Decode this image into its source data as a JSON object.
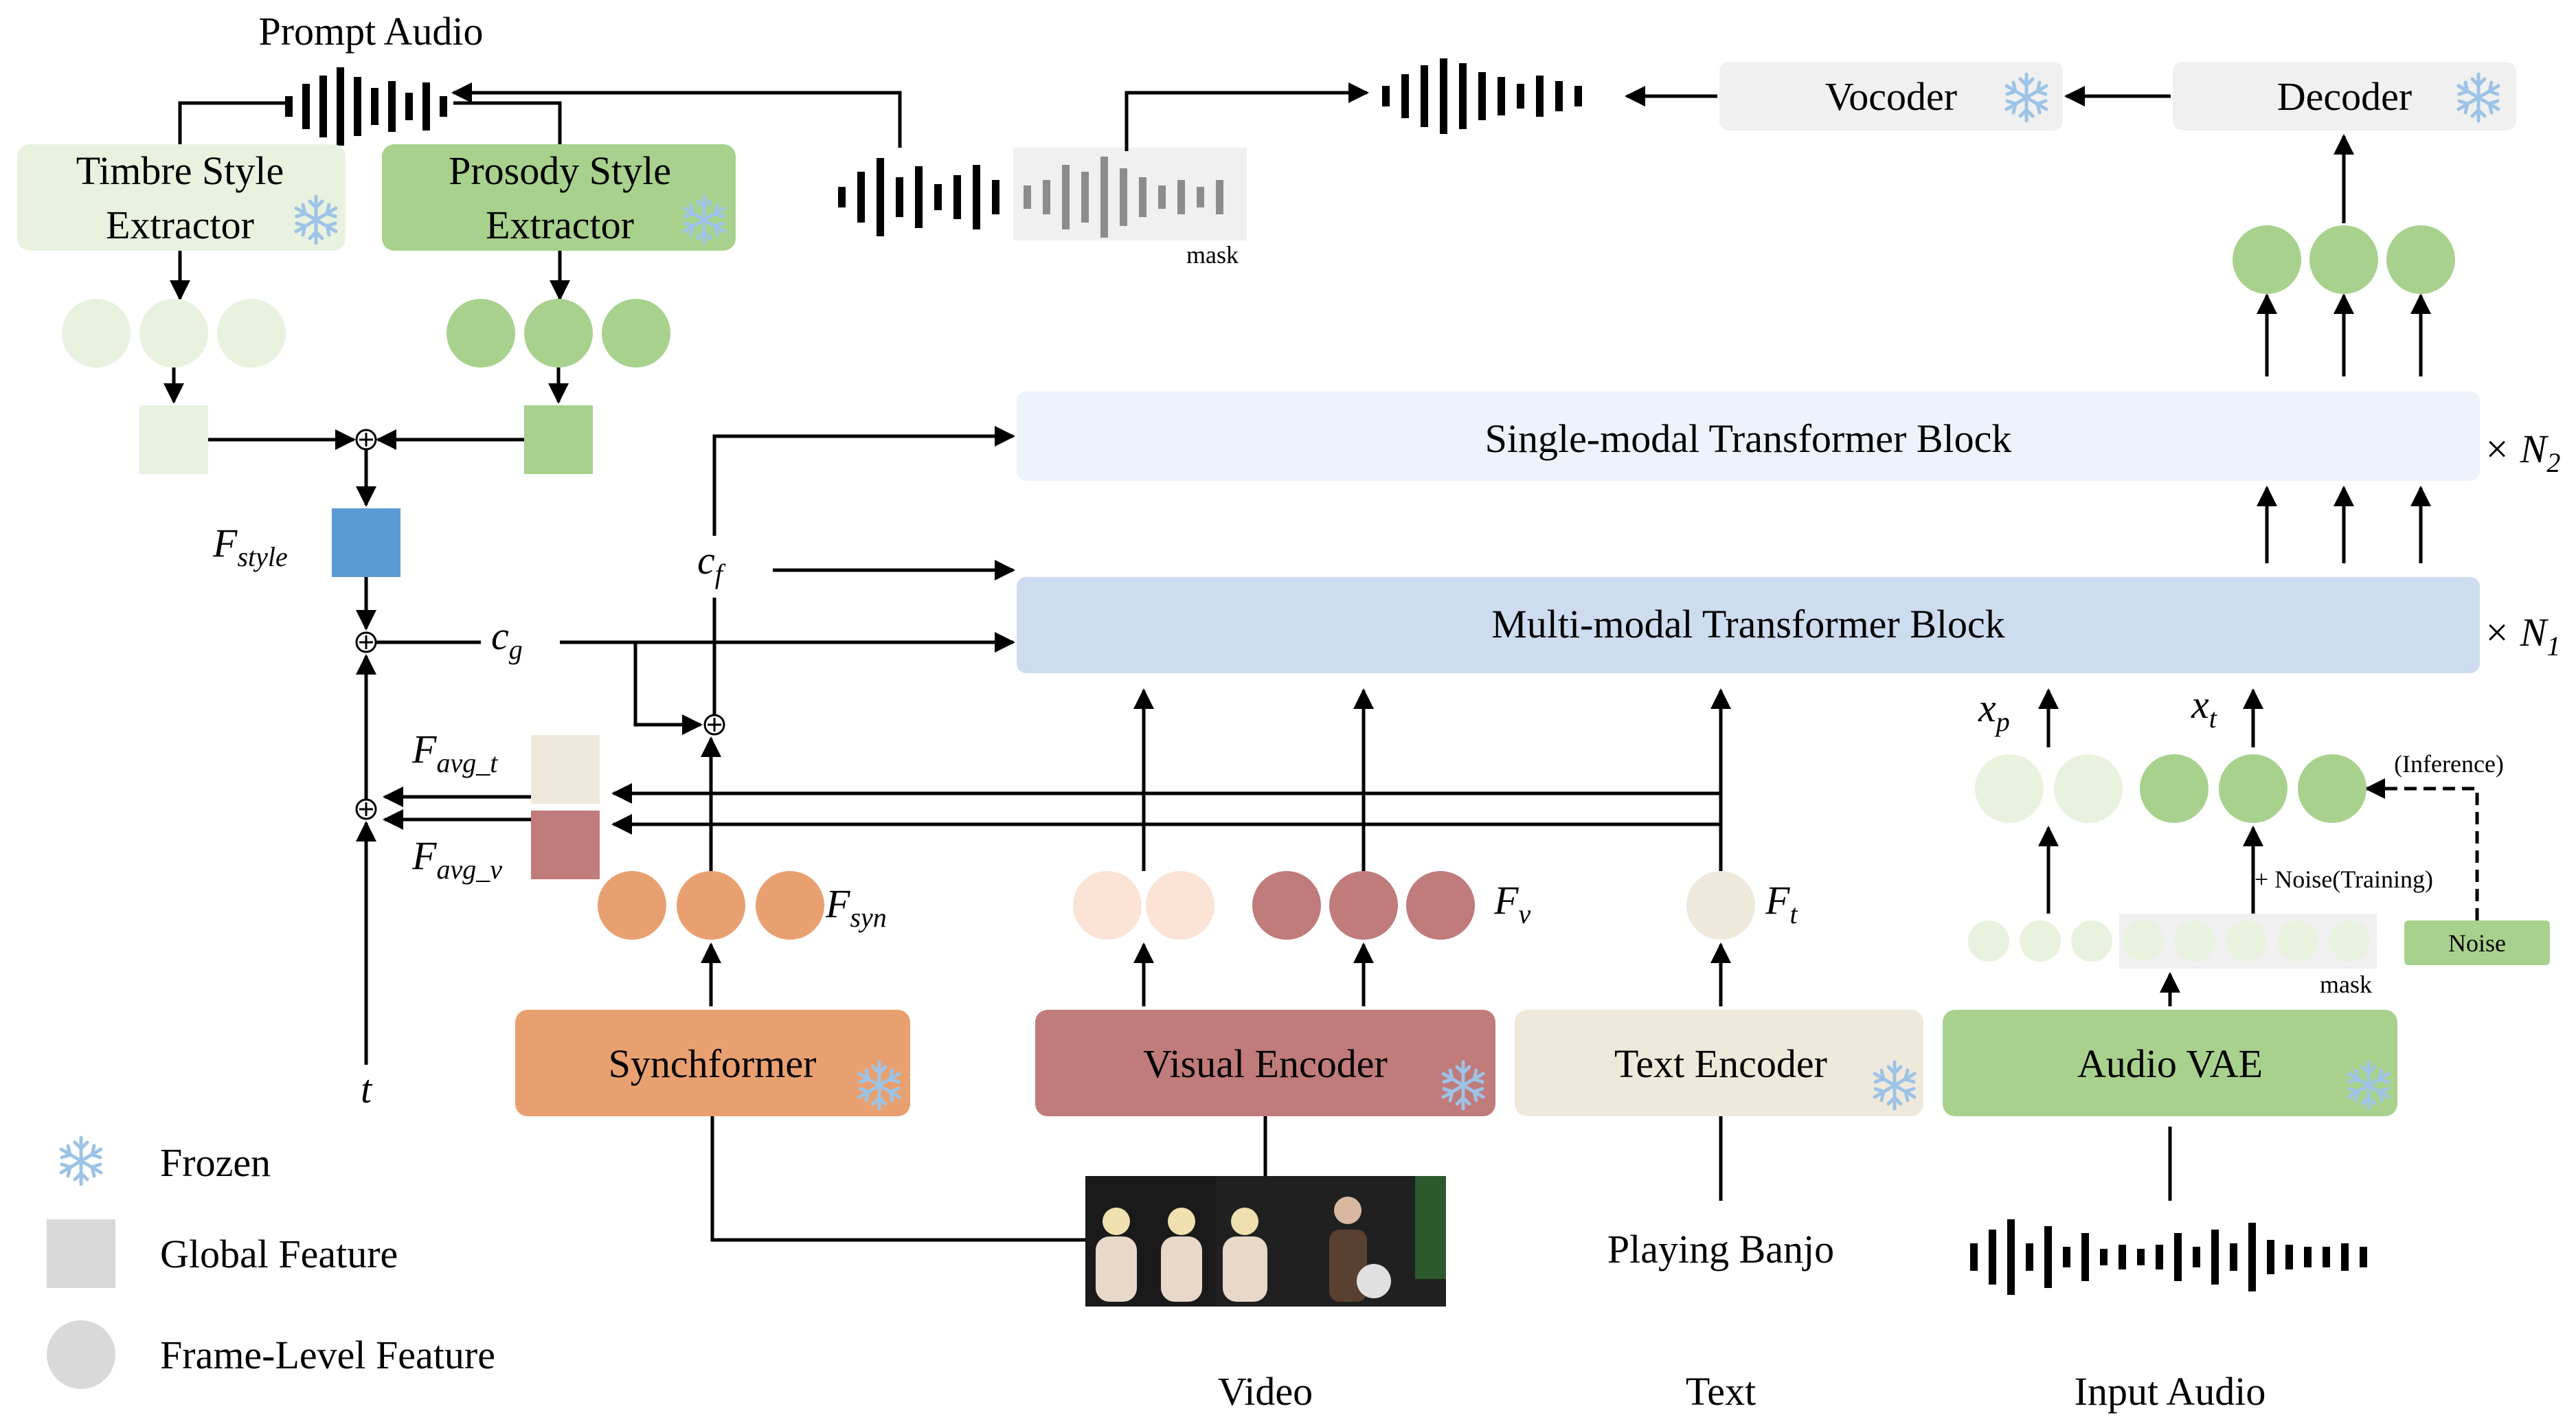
{
  "labels": {
    "prompt_audio": "Prompt Audio",
    "timbre_line1": "Timbre Style",
    "timbre_line2": "Extractor",
    "prosody_line1": "Prosody Style",
    "prosody_line2": "Extractor",
    "mask_top": "mask",
    "vocoder": "Vocoder",
    "decoder": "Decoder",
    "single_modal": "Single-modal Transformer Block",
    "multi_modal": "Multi-modal Transformer Block",
    "synchformer": "Synchformer",
    "visual_encoder": "Visual Encoder",
    "text_encoder": "Text Encoder",
    "audio_vae": "Audio VAE",
    "noise_box": "Noise",
    "noise_training": "+ Noise(Training)",
    "inference": "(Inference)",
    "mask_bottom": "mask",
    "playing_banjo": "Playing Banjo",
    "video": "Video",
    "text": "Text",
    "input_audio": "Input Audio"
  },
  "math": {
    "F_style": {
      "base": "F",
      "sub": "style"
    },
    "c_g": {
      "base": "c",
      "sub": "g"
    },
    "c_f": {
      "base": "c",
      "sub": "f"
    },
    "F_avg_t": {
      "base": "F",
      "sub": "avg_t"
    },
    "F_avg_v": {
      "base": "F",
      "sub": "avg_v"
    },
    "F_syn": {
      "base": "F",
      "sub": "syn"
    },
    "F_v": {
      "base": "F",
      "sub": "v"
    },
    "F_t": {
      "base": "F",
      "sub": "t"
    },
    "x_p": {
      "base": "x",
      "sub": "p"
    },
    "x_t": {
      "base": "x",
      "sub": "t"
    },
    "t": "t",
    "times_N2": {
      "base": "× N",
      "sub": "2"
    },
    "times_N1": {
      "base": "× N",
      "sub": "1"
    }
  },
  "legend": {
    "frozen": "Frozen",
    "global_feature": "Global Feature",
    "frame_level_feature": "Frame-Level Feature"
  },
  "colors": {
    "timbre_fill": "#e9f2df",
    "prosody_fill": "#a8d18d",
    "style_blue": "#5b9bd5",
    "synch_orange": "#e9a070",
    "visual_rose": "#c07b7b",
    "visual_light": "#fbe3d6",
    "text_beige": "#efe9dc",
    "audio_green": "#a9d18e",
    "single_block": "#eef2fb",
    "multi_block": "#cddcee",
    "vocoder_gray": "#f0f0f0",
    "snowflake": "#9dc3e6"
  },
  "icons": {
    "frozen": "snowflake-icon"
  }
}
